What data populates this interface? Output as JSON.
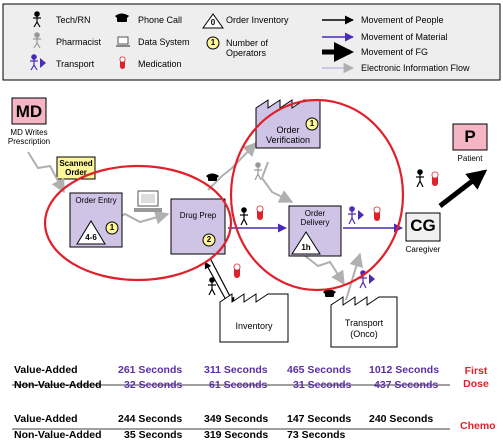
{
  "legend": {
    "tech_rn": "Tech/RN",
    "pharmacist": "Pharmacist",
    "transport": "Transport",
    "phone_call": "Phone Call",
    "data_system": "Data System",
    "medication": "Medication",
    "order_inventory": "Order Inventory",
    "order_inventory_badge": "0",
    "num_operators": "Number of Operators",
    "num_operators_badge": "1",
    "movement_people": "Movement of People",
    "movement_material": "Movement of Material",
    "movement_fg": "Movement of FG",
    "electronic_flow": "Electronic Information Flow"
  },
  "nodes": {
    "md_box": "MD",
    "md_caption_1": "MD Writes",
    "md_caption_2": "Prescription",
    "scanned_order_1": "Scanned",
    "scanned_order_2": "Order",
    "order_entry": "Order Entry",
    "order_entry_inventory": "4-6",
    "order_entry_ops": "1",
    "drug_prep": "Drug Prep",
    "drug_prep_ops": "2",
    "order_verification_1": "Order",
    "order_verification_2": "Verification",
    "order_verification_ops": "1",
    "order_delivery_1": "Order",
    "order_delivery_2": "Delivery",
    "order_delivery_time": "1h",
    "inventory": "Inventory",
    "transport_onco_1": "Transport",
    "transport_onco_2": "(Onco)",
    "caregiver_box": "CG",
    "caregiver": "Caregiver",
    "patient_box": "P",
    "patient": "Patient"
  },
  "colors": {
    "box_fill": "#cfc4e6",
    "purple_arrow": "#4a2ab8",
    "red_circle": "#e0202a",
    "pink": "#f5b5c4",
    "yellow": "#fff69a"
  },
  "table": {
    "first_dose": {
      "label": "First Dose",
      "value_added_label": "Value-Added",
      "non_value_added_label": "Non-Value-Added",
      "value_added": [
        "261 Seconds",
        "311 Seconds",
        "465 Seconds",
        "1012 Seconds"
      ],
      "non_value_added": [
        "32 Seconds",
        "61 Seconds",
        "31 Seconds",
        "437 Seconds"
      ]
    },
    "chemo": {
      "label": "Chemo",
      "value_added_label": "Value-Added",
      "non_value_added_label": "Non-Value-Added",
      "value_added": [
        "244 Seconds",
        "349 Seconds",
        "147 Seconds",
        "240 Seconds"
      ],
      "non_value_added": [
        "35 Seconds",
        "319 Seconds",
        "73 Seconds"
      ]
    }
  }
}
